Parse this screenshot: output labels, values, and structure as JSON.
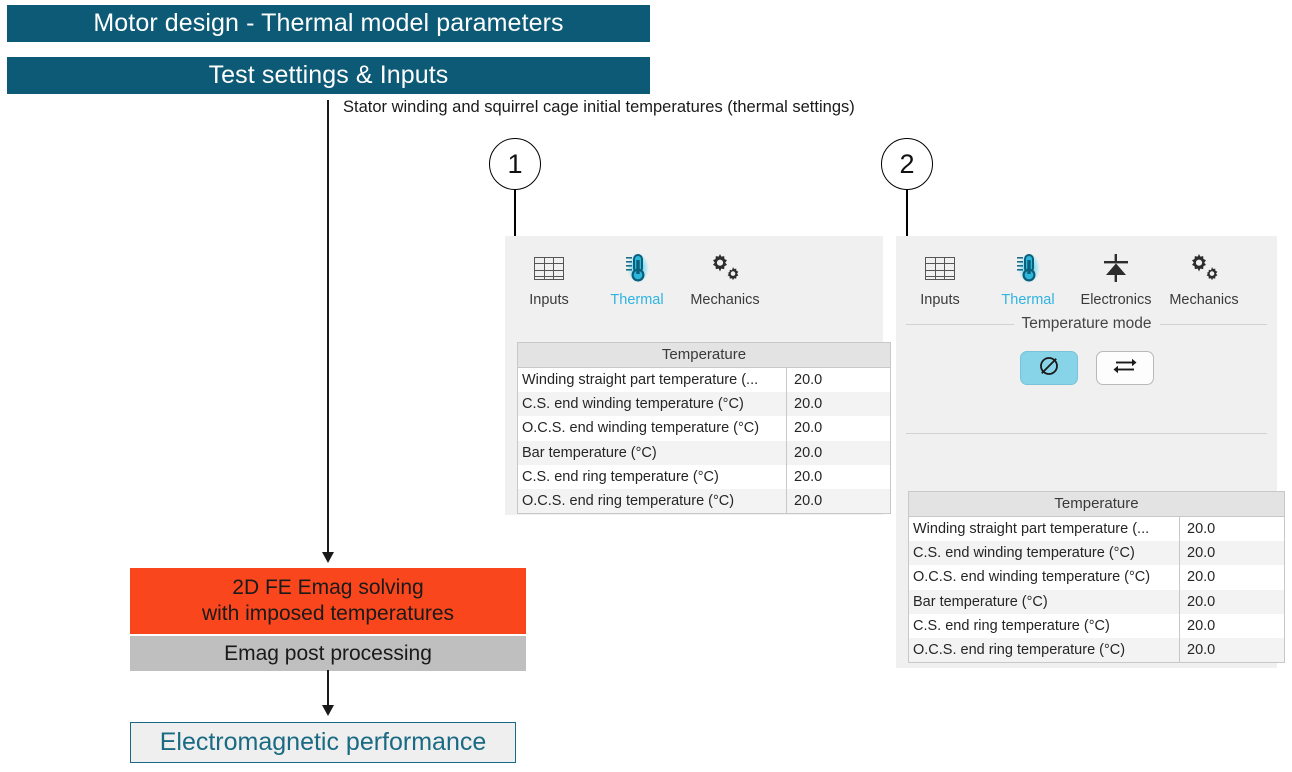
{
  "header": {
    "title": "Motor design - Thermal model parameters",
    "subtitle": "Test settings & Inputs",
    "bar_color": "#0d5a76"
  },
  "caption": "Stator winding and squirrel cage initial temperatures (thermal settings)",
  "callouts": [
    {
      "label": "1"
    },
    {
      "label": "2"
    }
  ],
  "flow": {
    "solving_line1": "2D FE Emag solving",
    "solving_line2": "with imposed temperatures",
    "solving_color": "#f9461c",
    "post_processing": "Emag post processing",
    "post_color": "#bfbfbf",
    "result": "Electromagnetic performance",
    "result_color": "#1a6a83"
  },
  "panel1": {
    "toolbar": [
      {
        "label": "Inputs",
        "icon": "table-icon",
        "active": false
      },
      {
        "label": "Thermal",
        "icon": "thermometer-icon",
        "active": true
      },
      {
        "label": "Mechanics",
        "icon": "gears-icon",
        "active": false
      }
    ],
    "table": {
      "header": "Temperature",
      "rows": [
        {
          "name": "Winding straight part temperature (...",
          "value": "20.0"
        },
        {
          "name": "C.S. end winding temperature (°C)",
          "value": "20.0"
        },
        {
          "name": "O.C.S. end winding temperature (°C)",
          "value": "20.0"
        },
        {
          "name": "Bar temperature (°C)",
          "value": "20.0"
        },
        {
          "name": "C.S. end ring temperature (°C)",
          "value": "20.0"
        },
        {
          "name": "O.C.S. end ring temperature (°C)",
          "value": "20.0"
        }
      ]
    }
  },
  "panel2": {
    "toolbar": [
      {
        "label": "Inputs",
        "icon": "table-icon",
        "active": false
      },
      {
        "label": "Thermal",
        "icon": "thermometer-icon",
        "active": true
      },
      {
        "label": "Electronics",
        "icon": "diode-icon",
        "active": false
      },
      {
        "label": "Mechanics",
        "icon": "gears-icon",
        "active": false
      }
    ],
    "temperature_mode": {
      "title": "Temperature mode",
      "options": [
        {
          "icon": "empty-set-icon",
          "selected": true
        },
        {
          "icon": "swap-arrows-icon",
          "selected": false
        }
      ],
      "selected_color": "#87d3e8"
    },
    "table": {
      "header": "Temperature",
      "rows": [
        {
          "name": "Winding straight part temperature (...",
          "value": "20.0"
        },
        {
          "name": "C.S. end winding temperature (°C)",
          "value": "20.0"
        },
        {
          "name": "O.C.S. end winding temperature (°C)",
          "value": "20.0"
        },
        {
          "name": "Bar temperature (°C)",
          "value": "20.0"
        },
        {
          "name": "C.S. end ring temperature (°C)",
          "value": "20.0"
        },
        {
          "name": "O.C.S. end ring temperature (°C)",
          "value": "20.0"
        }
      ]
    }
  }
}
